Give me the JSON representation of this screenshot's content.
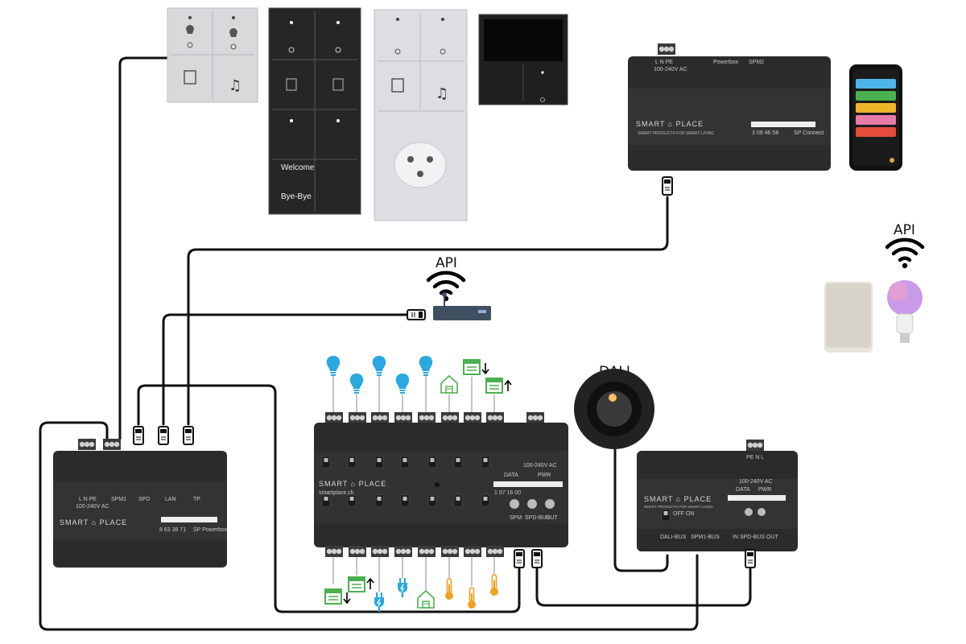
{
  "api_labels": {
    "router": "API",
    "smart_devices": "API"
  },
  "dali_label": "DALI",
  "panel_labels": {
    "welcome": "Welcome",
    "bye_bye": "Bye-Bye"
  },
  "sp_connect": {
    "terminals": "L  N  PE",
    "voltage": "100-240V AC",
    "powerbox": "Powerbox",
    "spm": "SPM2",
    "brand": "SMART PRODUCTS FOR SMART LIVING",
    "serial": "3 09 46 58",
    "name": "SP Connect"
  },
  "sp_powerbox": {
    "terminals": "L  N  PE",
    "voltage": "100-240V AC",
    "ports": [
      "SPM1",
      "SPD",
      "LAN",
      "TP"
    ],
    "serial": "8 63 38 71",
    "name": "SP Powerbox"
  },
  "actuator": {
    "voltage": "100-240V AC",
    "url": "smartplace.ch",
    "serial": "1 07 16 00",
    "data": "DATA",
    "pwr": "PWR",
    "ports": [
      "SPM",
      "SPD-BUS",
      "OUT"
    ]
  },
  "dali_module": {
    "terminals": "PE  N  L",
    "voltage": "100-240V AC",
    "brand": "SMART PRODUCTS FOR SMART LIVING",
    "data": "DATA",
    "pwr": "PWR",
    "ports": [
      "DALI-BUS",
      "SPM1-BUS",
      "IN  SPD-BUS  OUT"
    ],
    "sw": "OFF  ON"
  },
  "logo": {
    "left": "SMART",
    "right": "PLACE"
  },
  "colors": {
    "bulb_blue": "#2aa8e0",
    "green": "#4caf50",
    "orange": "#f0a020",
    "device": "#2b2b2b",
    "cable": "#111111"
  }
}
